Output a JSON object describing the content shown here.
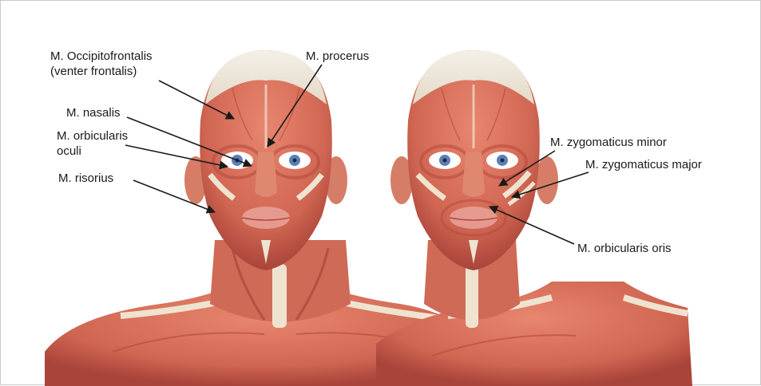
{
  "labels": {
    "occipitofrontalis_line1": "M. Occipitofrontalis",
    "occipitofrontalis_line2": "(venter frontalis)",
    "procerus": "M. procerus",
    "nasalis": "M. nasalis",
    "orbicularis_oculi_line1": "M. orbicularis",
    "orbicularis_oculi_line2": "oculi",
    "risorius": "M. risorius",
    "zygomaticus_minor": "M. zygomaticus minor",
    "zygomaticus_major": "M. zygomaticus major",
    "orbicularis_oris": "M. orbicularis oris"
  },
  "colors": {
    "muscle": "#d8705e",
    "muscle_dark": "#b4483c",
    "tendon": "#efe3cf",
    "skull_cap": "#ece6da",
    "eye_iris": "#5b7fb8",
    "lips": "#e49a8f",
    "arrow": "#1a1a1a",
    "border": "#c9c9c9"
  }
}
